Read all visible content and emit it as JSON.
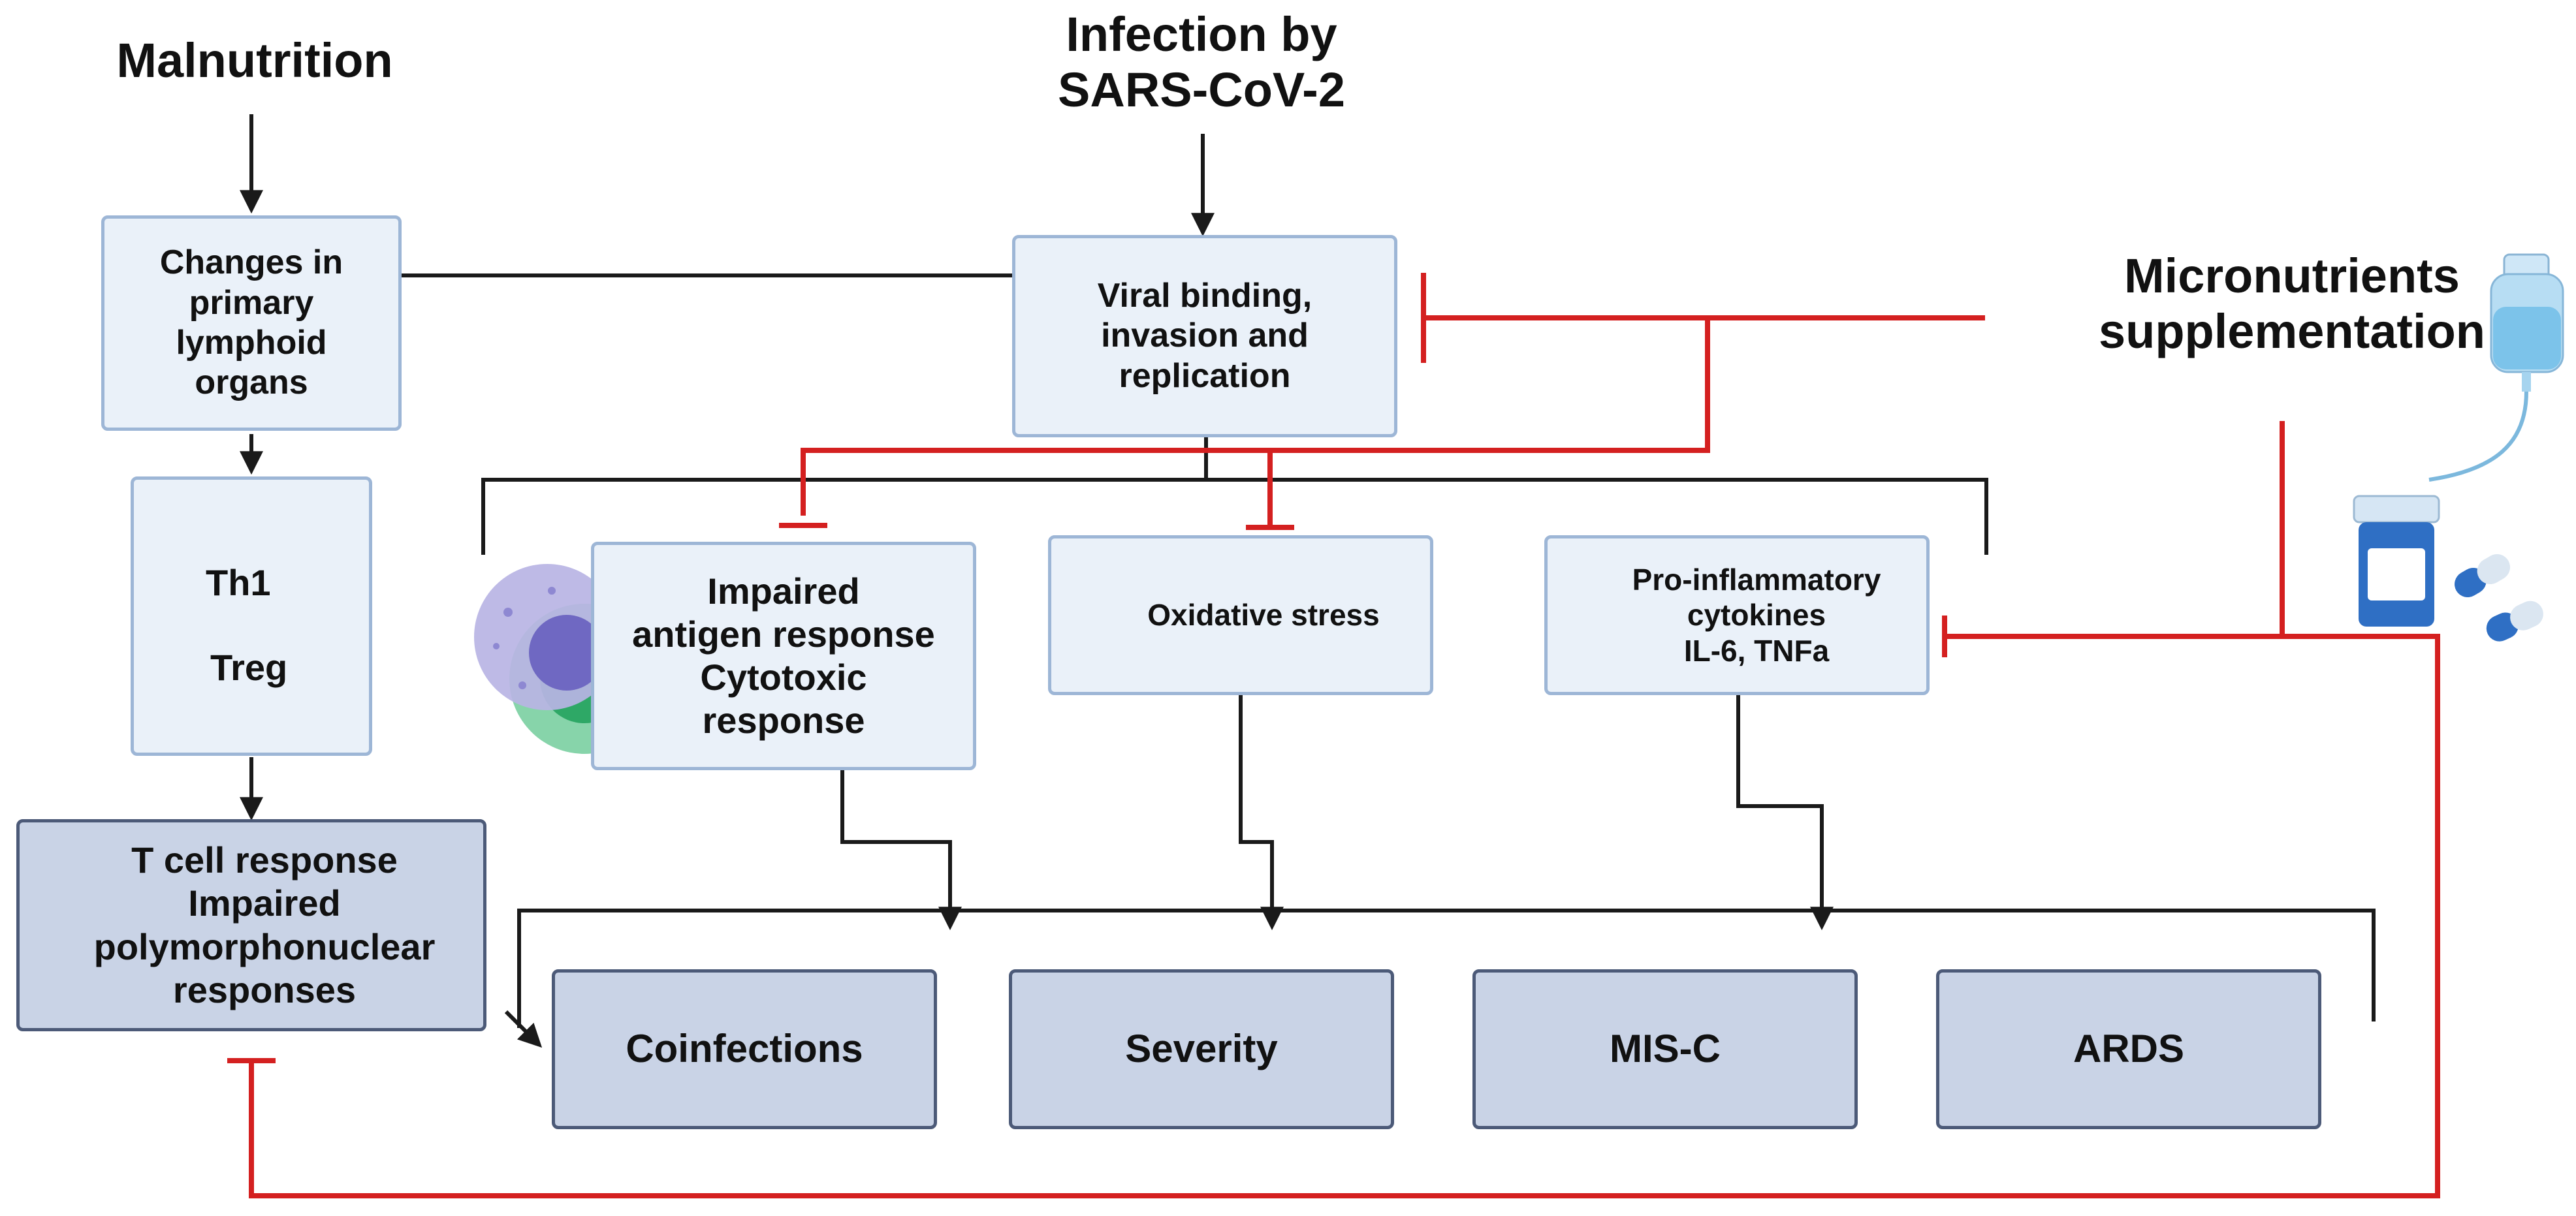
{
  "titles": {
    "malnutrition": "Malnutrition",
    "infection": [
      "Infection by",
      "SARS-CoV-2"
    ],
    "micronutrients": [
      "Micronutrients",
      "supplementation"
    ]
  },
  "boxes": {
    "lymphoid": [
      "Changes in",
      "primary",
      "lymphoid",
      "organs"
    ],
    "viral": [
      "Viral binding,",
      "invasion and",
      "replication"
    ],
    "th1": "Th1",
    "treg": "Treg",
    "tcell": [
      "T cell response",
      "Impaired",
      "polymorphonuclear",
      "responses"
    ],
    "antigen": [
      "Impaired",
      "antigen response",
      "Cytotoxic",
      "response"
    ],
    "oxidative": "Oxidative stress",
    "proinflam": [
      "Pro-inflammatory",
      "cytokines",
      "IL-6, TNFa"
    ]
  },
  "outcomes": [
    "Coinfections",
    "Severity",
    "MIS-C",
    "ARDS"
  ],
  "colors": {
    "arrow_black": "#1a1a1a",
    "inhibit_red": "#d42020",
    "decrease_arrow": "#ee1c1c",
    "increase_arrow": "#1440e6",
    "box_light_fill": "#eaf1f9",
    "box_light_border": "#9db6d6",
    "box_dark_fill": "#c9d3e6",
    "box_dark_border": "#4c5a78"
  },
  "icons": [
    "cell-icon",
    "iv-bag-icon",
    "pill-bottle-icon",
    "capsule-icon"
  ]
}
